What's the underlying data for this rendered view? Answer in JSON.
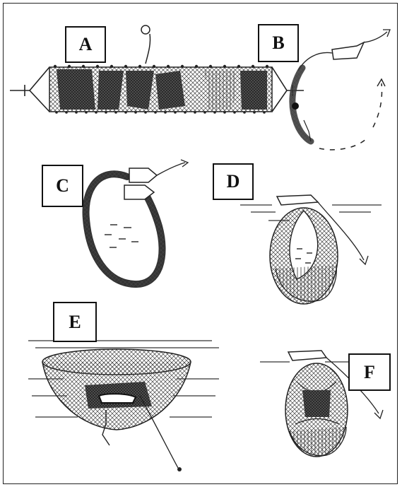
{
  "figure": {
    "panels": [
      {
        "id": "A",
        "label": "A"
      },
      {
        "id": "B",
        "label": "B"
      },
      {
        "id": "C",
        "label": "C"
      },
      {
        "id": "D",
        "label": "D"
      },
      {
        "id": "E",
        "label": "E"
      },
      {
        "id": "F",
        "label": "F"
      }
    ],
    "colors": {
      "ink": "#1a1a1a",
      "net": "#3a3a3a",
      "paper": "#ffffff"
    }
  }
}
